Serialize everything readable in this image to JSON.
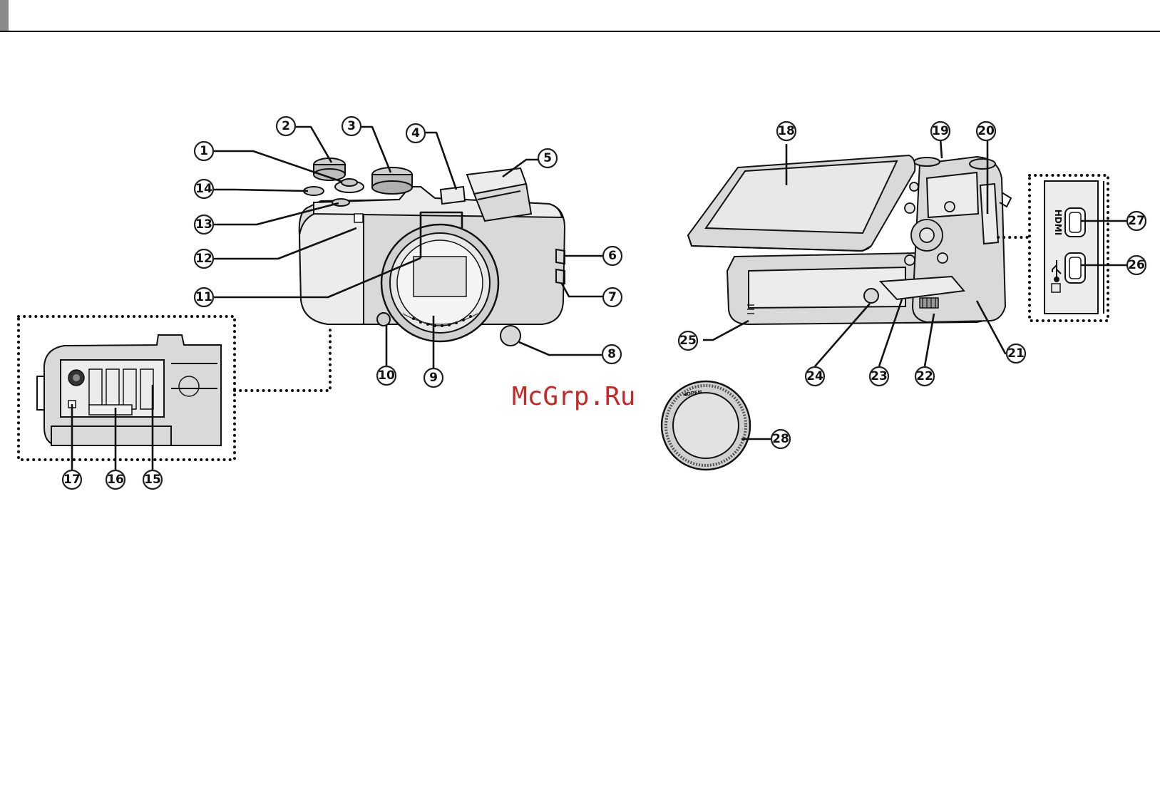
{
  "watermark": "McGrp.Ru",
  "body_cap_label": "◀OPEN",
  "port_labels": {
    "hdmi": "HDMI"
  },
  "callouts": {
    "c1": "1",
    "c2": "2",
    "c3": "3",
    "c4": "4",
    "c5": "5",
    "c6": "6",
    "c7": "7",
    "c8": "8",
    "c9": "9",
    "c10": "10",
    "c11": "11",
    "c12": "12",
    "c13": "13",
    "c14": "14",
    "c15": "15",
    "c16": "16",
    "c17": "17",
    "c18": "18",
    "c19": "19",
    "c20": "20",
    "c21": "21",
    "c22": "22",
    "c23": "23",
    "c24": "24",
    "c25": "25",
    "c26": "26",
    "c27": "27",
    "c28": "28"
  }
}
